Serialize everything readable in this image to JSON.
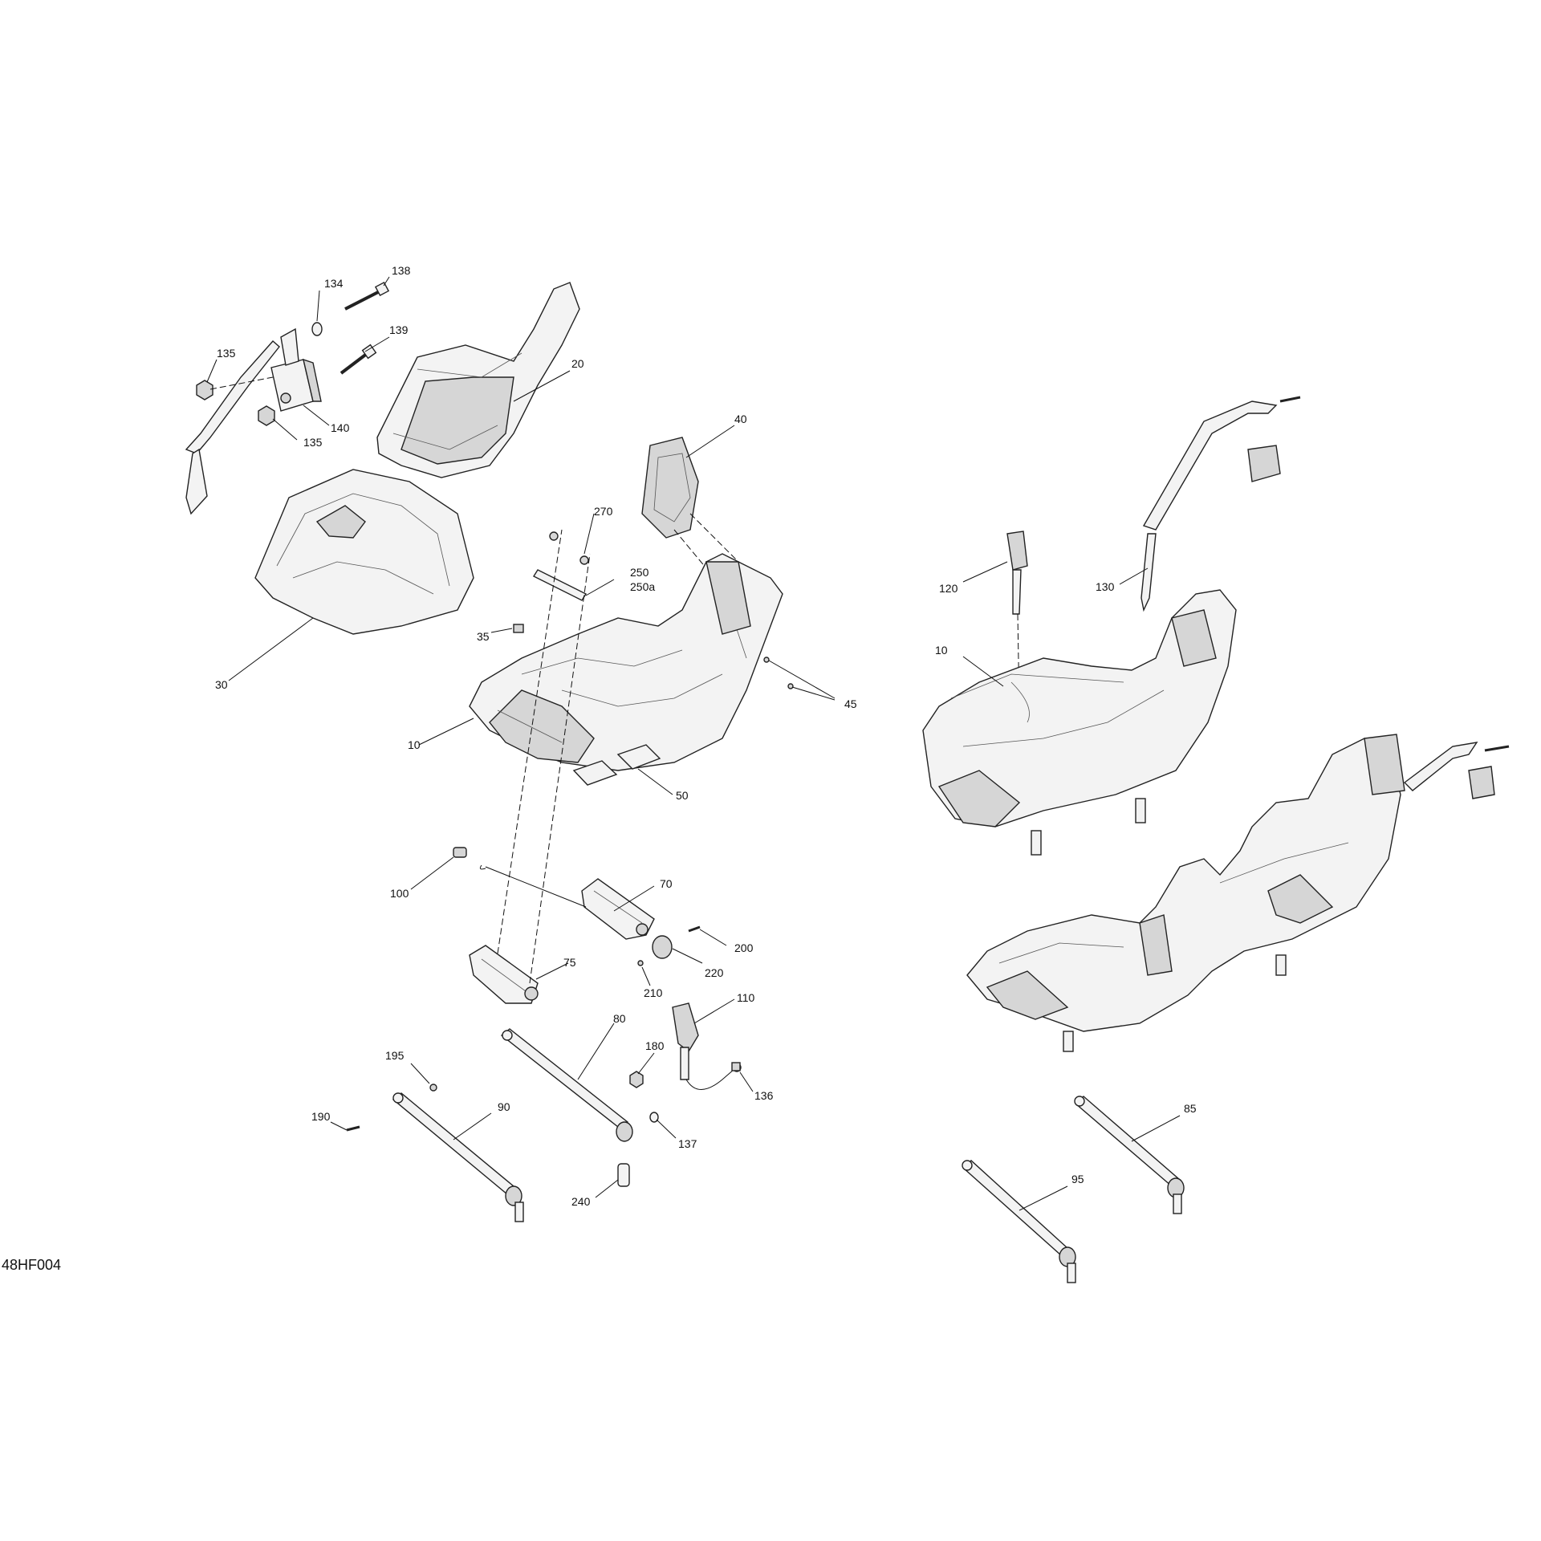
{
  "figure_ref": "48HF004",
  "callouts": {
    "c134": "134",
    "c138": "138",
    "c135a": "135",
    "c139": "139",
    "c20": "20",
    "c140": "140",
    "c135b": "135",
    "c40": "40",
    "c270": "270",
    "c250": "250",
    "c250a": "250a",
    "c35": "35",
    "c30": "30",
    "c45": "45",
    "c10a": "10",
    "c50": "50",
    "c100": "100",
    "c70": "70",
    "c200": "200",
    "c75": "75",
    "c220": "220",
    "c210": "210",
    "c110": "110",
    "c80": "80",
    "c180": "180",
    "c195": "195",
    "c136": "136",
    "c190": "190",
    "c90": "90",
    "c137": "137",
    "c240": "240",
    "c120": "120",
    "c130": "130",
    "c10b": "10",
    "c85": "85",
    "c95": "95"
  }
}
